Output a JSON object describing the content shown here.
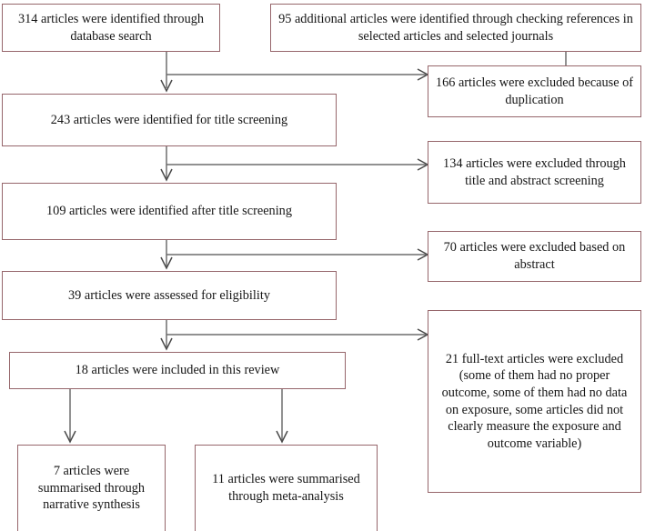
{
  "diagram": {
    "type": "prisma-flow-diagram",
    "border_color": "#96666b",
    "connector_color": "#6d6d6d",
    "background_color": "#ffffff",
    "text_color": "#161616",
    "nodes": [
      {
        "id": "database-search",
        "text": "314 articles were identified through database search",
        "count": 314
      },
      {
        "id": "additional-records",
        "text": "95 additional articles were identified through checking references in selected articles and selected journals",
        "count": 95
      },
      {
        "id": "title-screening",
        "text": "243 articles were identified for title screening",
        "count": 243
      },
      {
        "id": "excluded-duplication",
        "text": "166 articles were excluded because of duplication",
        "count": 166
      },
      {
        "id": "after-title-screening",
        "text": "109 articles were identified after title screening",
        "count": 109
      },
      {
        "id": "excluded-title-abstract",
        "text": "134 articles were excluded through title and abstract screening",
        "count": 134
      },
      {
        "id": "assessed-eligibility",
        "text": "39 articles were assessed for eligibility",
        "count": 39
      },
      {
        "id": "excluded-abstract",
        "text": "70 articles were excluded based on abstract",
        "count": 70
      },
      {
        "id": "included-review",
        "text": "18 articles were included in this review",
        "count": 18
      },
      {
        "id": "excluded-full-text",
        "text": "21 full-text articles were excluded (some of them had no proper outcome, some of them had no data on exposure, some articles did not clearly measure the exposure and outcome variable)",
        "count": 21
      },
      {
        "id": "narrative-synthesis",
        "text": "7 articles were summarised through narrative synthesis",
        "count": 7
      },
      {
        "id": "meta-analysis",
        "text": "11 articles were summarised through meta-analysis",
        "count": 11
      }
    ]
  }
}
